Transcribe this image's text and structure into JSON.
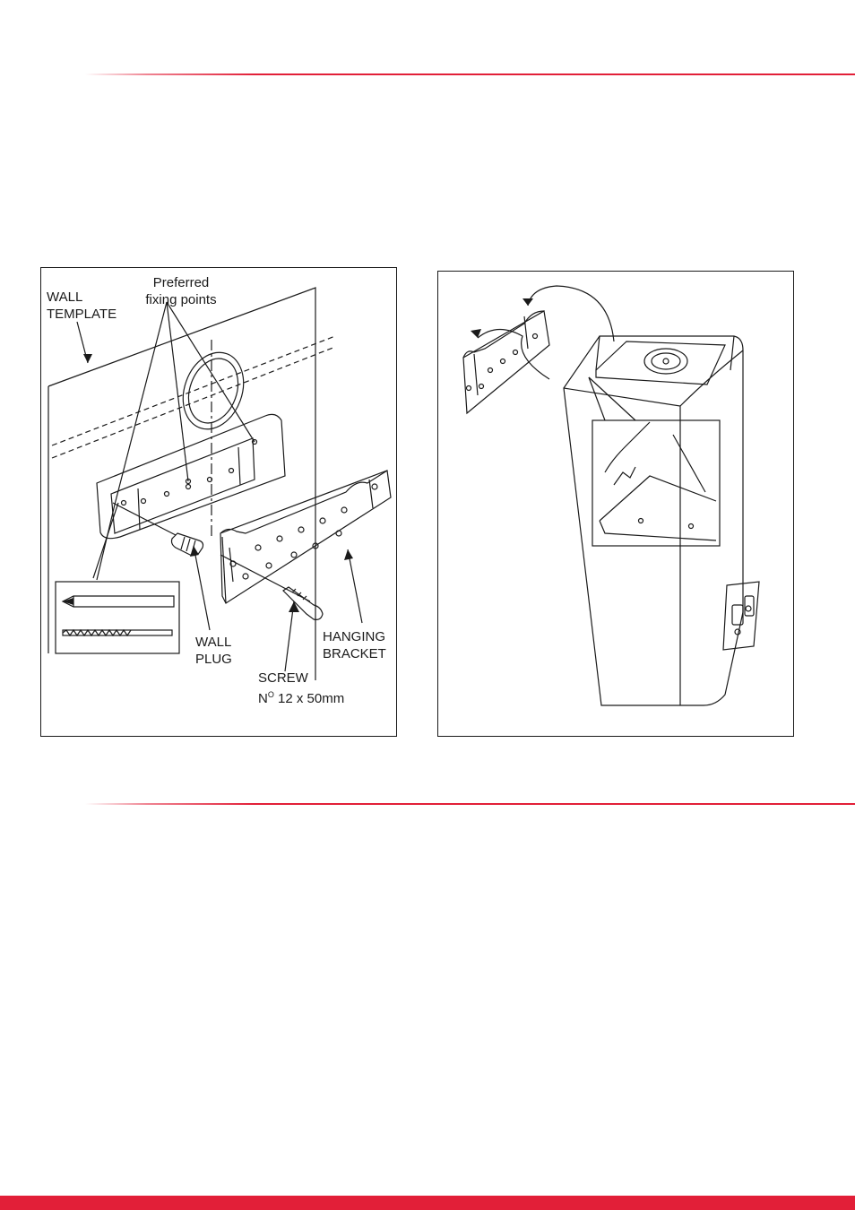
{
  "figure_left": {
    "labels": {
      "wall_template_line1": "WALL",
      "wall_template_line2": "TEMPLATE",
      "preferred_line1": "Preferred",
      "preferred_line2": "fixing points",
      "wall_plug_line1": "WALL",
      "wall_plug_line2": "PLUG",
      "hanging_line1": "HANGING",
      "hanging_line2": "BRACKET",
      "screw_line1": "SCREW",
      "screw_line2_prefix": "N",
      "screw_line2_sup": "O",
      "screw_line2_suffix": " 12 x 50mm"
    }
  },
  "colors": {
    "accent_red": "#e21f38",
    "line": "#1a1a1a",
    "panel_grey": "#b9bcbf"
  }
}
